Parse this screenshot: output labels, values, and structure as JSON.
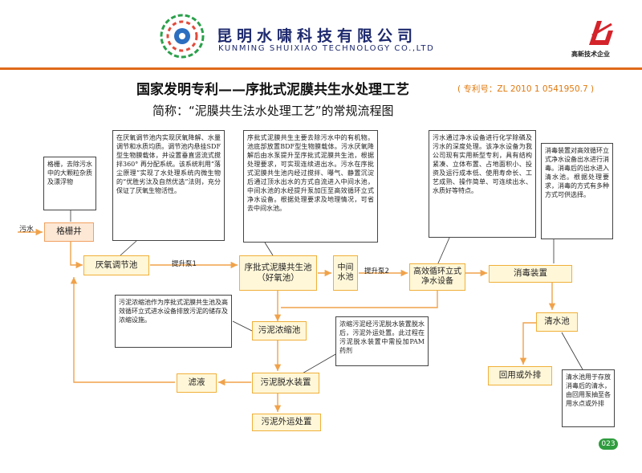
{
  "header": {
    "company_cn": "昆明水啸科技有限公司",
    "company_en": "KUNMING SHUIXIAO TECHNOLOGY CO.,LTD",
    "badge_text": "高新技术企业"
  },
  "title": "国家发明专利——序批式泥膜共生水处理工艺",
  "patent_no": "( 专利号：ZL 2010 1 0541950.7 )",
  "subtitle": "简称：“泥膜共生法水处理工艺”的常规流程图",
  "inflow_label": "污水",
  "boxes": {
    "grille": "格栅井",
    "anaerobic": "厌氧调节池",
    "sbr": "序批式泥膜共生池（好氧池）",
    "middle": "中间水池",
    "filter": "高效循环立式净水设备",
    "disinfect": "消毒装置",
    "clear": "清水池",
    "reuse": "回用或外排",
    "sludge_thick": "污泥浓缩池",
    "sludge_dewater": "污泥脱水装置",
    "filtrate": "滤液",
    "sludge_out": "污泥外运处置"
  },
  "pump_labels": {
    "pump1": "提升泵1",
    "pump2": "提升泵2"
  },
  "notes": {
    "grille": "格栅，去除污水中的大颗粒杂质及漂浮物",
    "anaerobic": "在厌氧调节池内实现厌氧降解、水量调节和水质均质。调节池内悬挂SDF型生物膜载体，并设置垂直竖流式搅拌360° 再分配系统。该系统利用“落尘原理”实现了水处理系统内微生物的“优胜劣汰及自然优选”法则，充分保证了厌氧生物活性。",
    "sbr": "序批式泥膜共生主要去除污水中的有机物。池底部放置BDF型生物膜载体。污水厌氧降解后由水泵提升至序批式泥膜共生池，根据处理要求，可实现连续进出水。污水在序批式泥膜共生池内经过搅拌、曝气、静置沉淀后通过顶水出水的方式自流进入中间水池，中间水池的水经提升泵加压至高效循环立式净水设备。根据处理要求及地理情况，可省去中间水池。",
    "filter": "污水通过净水设备进行化学除磷及污水的深度处理。该净水设备为我公司现有实用新型专利，具有结构紧凑、立体布置、占地面积小、投资及运行成本低、使用寿命长、工艺成熟、操作简单、可连续出水、水质好等特点。",
    "disinfect": "消毒装置对高效循环立式净水设备出水进行消毒。消毒后的出水进入清水池。根据处理要求，消毒的方式有多种方式可供选择。",
    "sludge_thick": "污泥浓缩池作为序批式泥膜共生池及高效循环立式进水设备排放污泥的储存及浓缩设施。",
    "sludge_dewater": "浓缩污泥经污泥脱水装置脱水后，污泥外运处置。此过程在污泥脱水装置中需投加PAM药剂",
    "clear": "清水池用于存放消毒后的清水，由回用泵抽至各用水点或外排"
  },
  "page_number": "023",
  "colors": {
    "box_fill": "#fff7d8",
    "box_border": "#f0b03a",
    "arrow": "#f0a24a",
    "header_rule": "#e06a1a",
    "patent_text": "#e07a10"
  }
}
